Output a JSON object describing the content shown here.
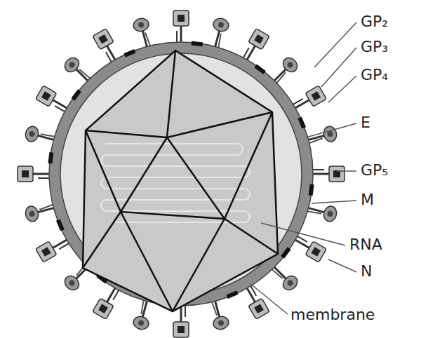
{
  "diagram": {
    "labels": [
      "GP₂",
      "GP₃",
      "GP₄",
      "E",
      "GP₅",
      "M",
      "RNA",
      "N",
      "membrane"
    ]
  }
}
